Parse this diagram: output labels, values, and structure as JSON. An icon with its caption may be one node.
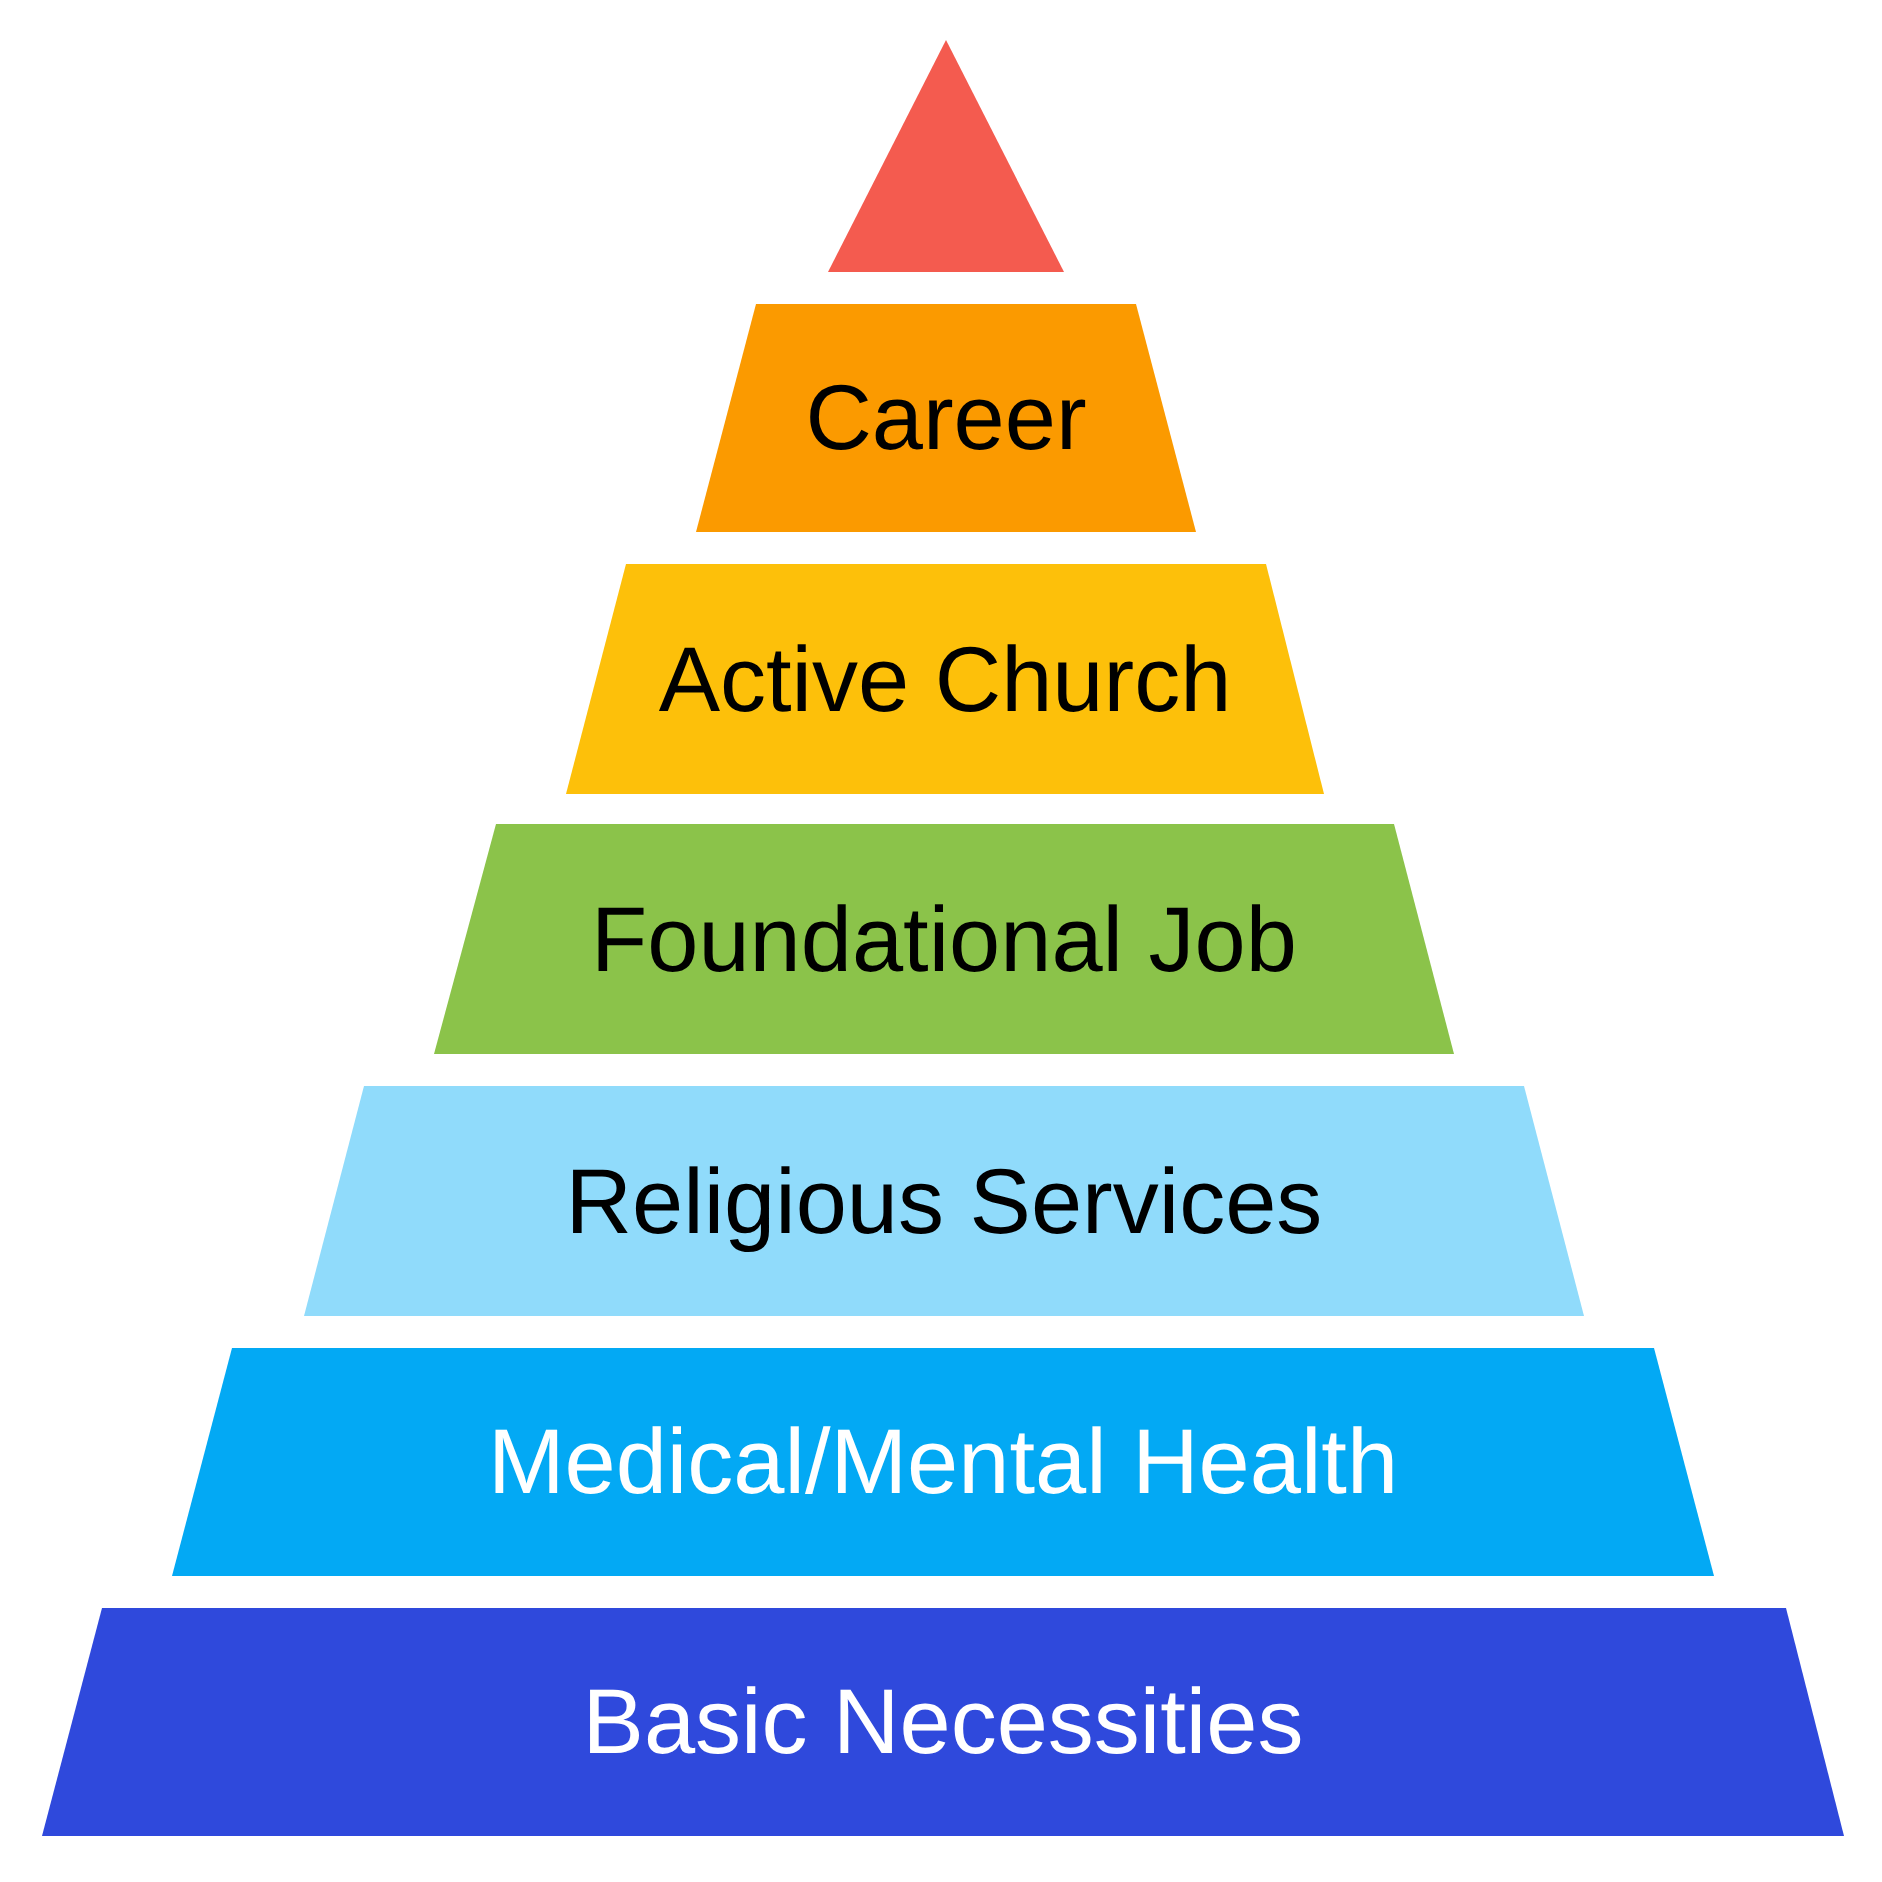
{
  "diagram": {
    "nodes": [
      {
        "text": [],
        "shape": "triangle"
      },
      {
        "text": [
          "Career"
        ]
      },
      {
        "text": [
          "Active Church"
        ]
      },
      {
        "text": [
          "Foundational Job"
        ]
      },
      {
        "text": [
          "Religious Services"
        ]
      },
      {
        "text": [
          "Medical/Mental Health"
        ]
      },
      {
        "text": [
          "Basic Necessities"
        ]
      }
    ]
  }
}
